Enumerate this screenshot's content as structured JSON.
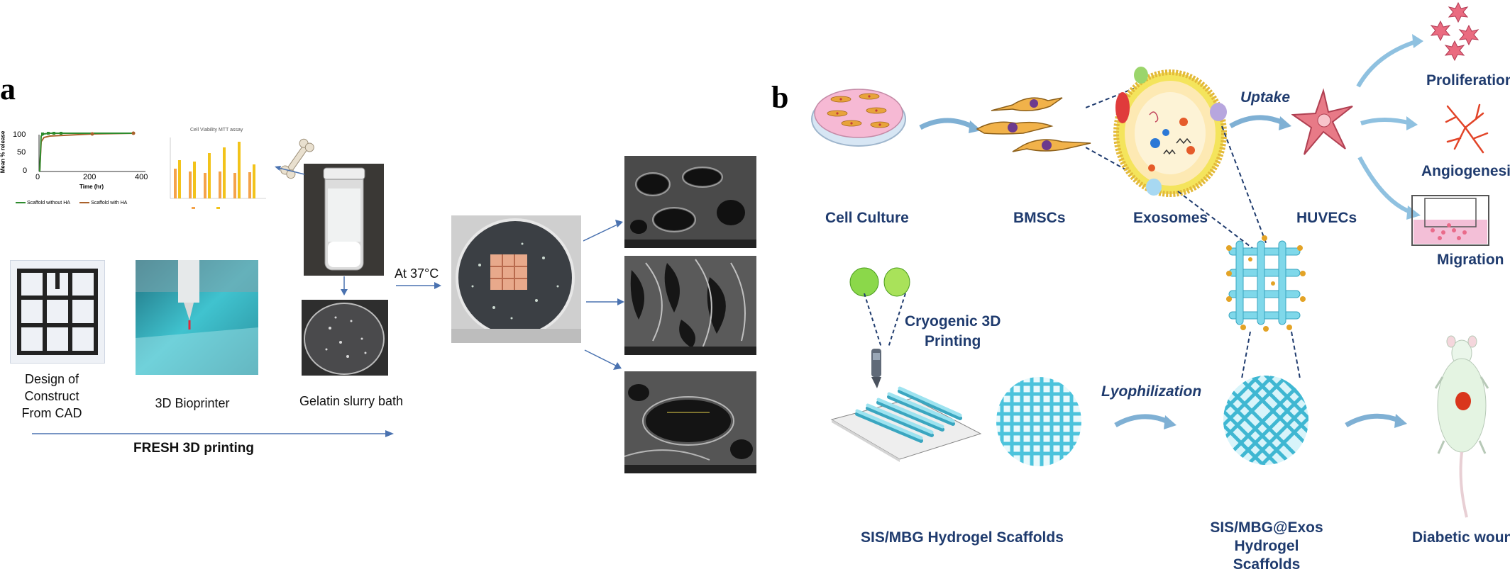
{
  "panel_a": {
    "letter": "a",
    "release_chart": {
      "ylabel": "Mean % release",
      "xlabel": "Time (hr)",
      "y_ticks": [
        "100",
        "50",
        "0"
      ],
      "x_ticks": [
        "0",
        "200",
        "400"
      ],
      "legend": [
        "Scaffold without HA",
        "Scaffold with HA"
      ]
    },
    "viability_chart": {
      "title": "Cell Viability MTT assay"
    },
    "labels": {
      "design": "Design of\nConstruct\nFrom CAD",
      "bioprinter": "3D Bioprinter",
      "slurry": "Gelatin slurry bath",
      "temp": "At 37°C",
      "fresh": "FRESH 3D printing"
    }
  },
  "panel_b": {
    "letter": "b",
    "labels": {
      "cell_culture": "Cell Culture",
      "bmscs": "BMSCs",
      "exosomes": "Exosomes",
      "huvecs": "HUVECs",
      "uptake": "Uptake",
      "proliferation": "Proliferation",
      "angiogenesis": "Angiogenesis",
      "migration": "Migration",
      "cryogenic": "Cryogenic 3D\nPrinting",
      "lyophilization": "Lyophilization",
      "sis_mbg": "SIS/MBG Hydrogel Scaffolds",
      "sis_mbg_exos": "SIS/MBG@Exos\nHydrogel Scaffolds",
      "diabetic": "Diabetic wound"
    }
  },
  "colors": {
    "navy": "#1f3b6e",
    "arrow_blue": "#4a72b0",
    "scaffold_cyan": "#7fd8ea",
    "exosome_yellow": "#f7d65a"
  }
}
